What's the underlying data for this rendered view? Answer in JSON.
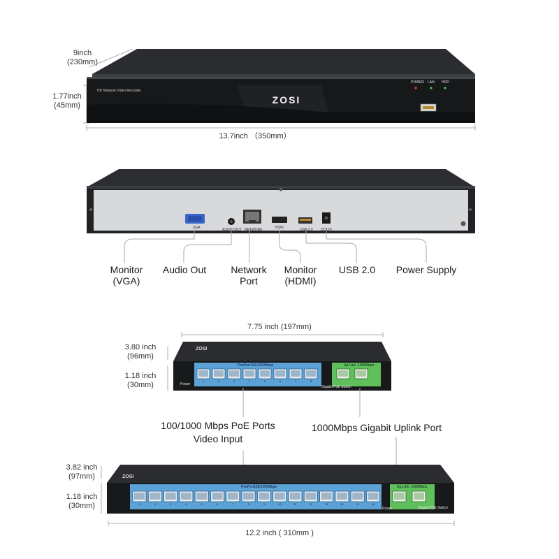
{
  "nvr": {
    "depth": "9inch",
    "depth_mm": "(230mm)",
    "height": "1.77inch",
    "height_mm": "(45mm)",
    "width": "13.7inch （350mm）",
    "model_text": "HD Network Video Recorder",
    "brand": "ZOSI",
    "leds": [
      "POWER",
      "LAN",
      "HDD"
    ]
  },
  "rear": {
    "port_labels": [
      "VGA",
      "AUDIO OUT",
      "NETWORK",
      "HDMI",
      "USB 2.0",
      "DC12V"
    ],
    "callouts": [
      {
        "line1": "Monitor",
        "line2": "(VGA)"
      },
      {
        "line1": "Audio Out",
        "line2": ""
      },
      {
        "line1": "Network",
        "line2": "Port"
      },
      {
        "line1": "Monitor",
        "line2": "(HDMI)"
      },
      {
        "line1": "USB 2.0",
        "line2": ""
      },
      {
        "line1": "Power Supply",
        "line2": ""
      }
    ]
  },
  "switch8": {
    "width": "7.75 inch (197mm)",
    "depth": "3.80 inch",
    "depth_mm": "(96mm)",
    "height": "1.18 inch",
    "height_mm": "(30mm)",
    "brand": "ZOSI",
    "poe_label": "PoePort100/1000Mbps",
    "uplink_label": "Up Link -1000Mbps",
    "power_label": "Power",
    "switch_label": "Gigabit PoE Switch",
    "port_numbers": [
      "1",
      "2",
      "3",
      "4",
      "5",
      "6",
      "7",
      "8"
    ]
  },
  "mid_callouts": {
    "poe_line1": "100/1000 Mbps PoE Ports",
    "poe_line2": "Video Input",
    "uplink": "1000Mbps Gigabit Uplink Port"
  },
  "switch16": {
    "width": "12.2 inch ( 310mm )",
    "depth": "3.82 inch",
    "depth_mm": "(97mm)",
    "height": "1.18 inch",
    "height_mm": "(30mm)",
    "brand": "ZOSI",
    "poe_label": "PoePort100/1000Mbps",
    "uplink_label": "Up Link -1000Mbps",
    "power_label": "Power",
    "switch_label": "Gigabit PoE Switch",
    "port_numbers": [
      "1",
      "2",
      "3",
      "4",
      "5",
      "6",
      "7",
      "8",
      "9",
      "10",
      "11",
      "12",
      "13",
      "14",
      "15",
      "16"
    ]
  }
}
